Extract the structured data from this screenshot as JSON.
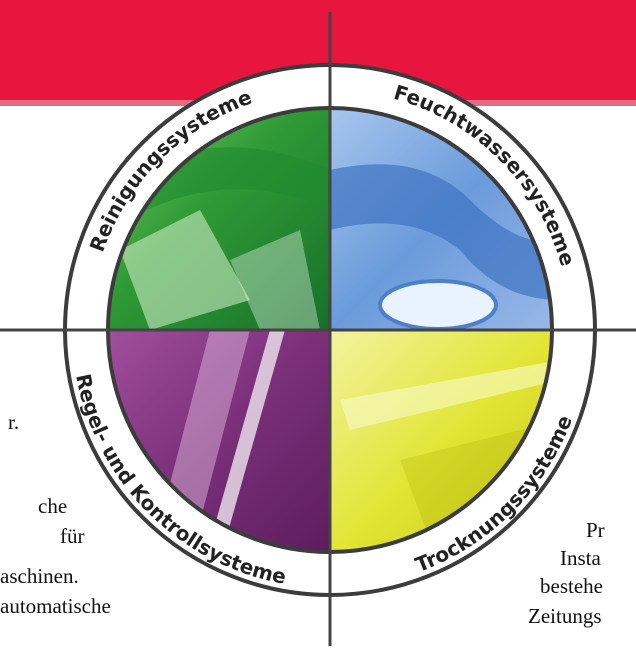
{
  "diagram": {
    "segments": [
      {
        "key": "cleaning",
        "label": "Reinigungssysteme",
        "color": "#3aa83a"
      },
      {
        "key": "dampening",
        "label": "Feuchtwassersysteme",
        "color": "#6e9edb"
      },
      {
        "key": "drying",
        "label": "Trocknungssysteme",
        "color": "#8c3a86"
      },
      {
        "key": "control",
        "label": "Regel- und Kontrollsysteme",
        "color": "#d9de2a"
      }
    ],
    "accent_color": "#e8163f"
  },
  "background_text": {
    "left": [
      "r.",
      "che",
      "für",
      "aschinen.",
      "automatische"
    ],
    "right": [
      "Pr",
      "Insta",
      "bestehe",
      "Zeitungs"
    ]
  }
}
